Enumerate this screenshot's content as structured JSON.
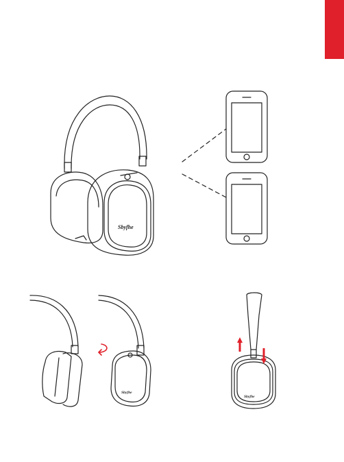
{
  "page": {
    "accent_color": "#e0202a",
    "line_color": "#222222"
  },
  "main_illustration": {
    "brand_label": "Sbyfhe",
    "icons": [
      "headphones-icon",
      "phone-icon",
      "phone-icon"
    ]
  },
  "fold_illustration": {
    "brand_label": "Sbyfhe",
    "icons": [
      "headphones-folded-icon",
      "rotate-arrow-icon",
      "headphones-earcup-icon"
    ]
  },
  "adjust_illustration": {
    "brand_label": "Sbyfhe",
    "icons": [
      "headband-adjust-icon",
      "arrow-up-icon",
      "arrow-down-icon"
    ]
  }
}
